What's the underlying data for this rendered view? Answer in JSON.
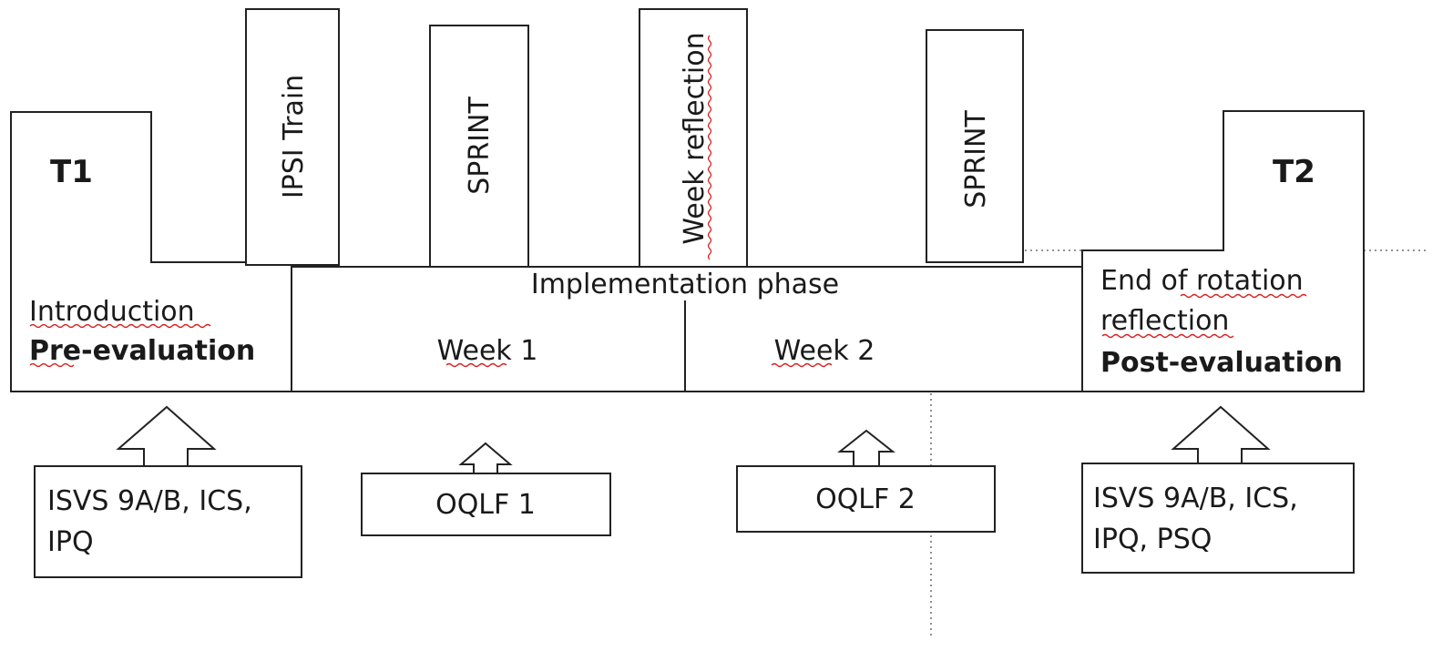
{
  "t1": {
    "label": "T1",
    "intro": "Introduction",
    "eval": "Pre-evaluation"
  },
  "t2": {
    "label": "T2",
    "line1": "End of rotation",
    "line2": "reflection",
    "eval": "Post-evaluation"
  },
  "activities": {
    "ipsi_train": "IPSI Train",
    "sprint_1": "SPRINT",
    "week_reflection": "Week reflection",
    "sprint_2": "SPRINT"
  },
  "implementation": {
    "title": "Implementation phase",
    "week1": "Week 1",
    "week2": "Week 2"
  },
  "measures": {
    "pre": {
      "line1": "ISVS 9A/B, ICS,",
      "line2": "IPQ"
    },
    "oqlf1": "OQLF 1",
    "oqlf2": "OQLF 2",
    "post": {
      "line1": "ISVS 9A/B, ICS,",
      "line2": "IPQ, PSQ"
    }
  }
}
